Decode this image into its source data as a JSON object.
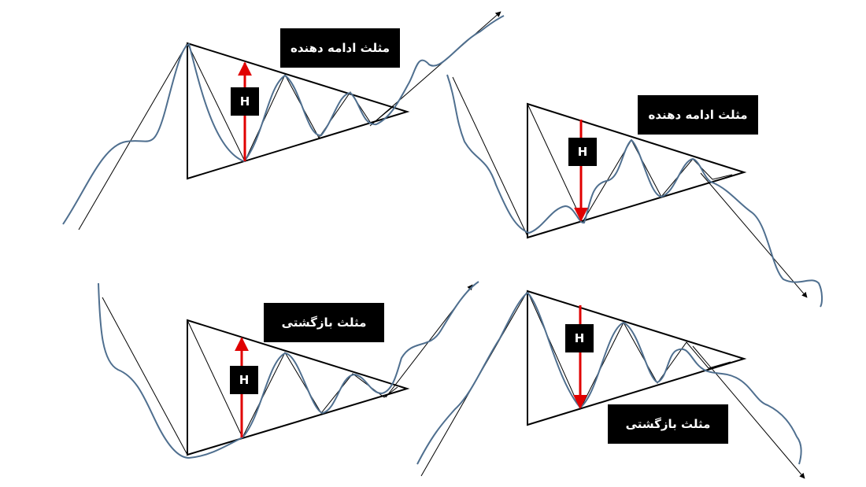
{
  "panels": [
    {
      "id": "top-left",
      "title": "مثلث ادامه دهنده",
      "height_label": "H"
    },
    {
      "id": "top-right",
      "title": "مثلث ادامه دهنده",
      "height_label": "H"
    },
    {
      "id": "bottom-left",
      "title": "مثلث بازگشتی",
      "height_label": "H"
    },
    {
      "id": "bottom-right",
      "title": "مثلث بازگشتی",
      "height_label": "H"
    }
  ],
  "colors": {
    "price_curve": "#4f6f8f",
    "height_arrow": "#e00000",
    "lines": "#000000",
    "label_bg": "#000000",
    "label_text": "#ffffff"
  }
}
